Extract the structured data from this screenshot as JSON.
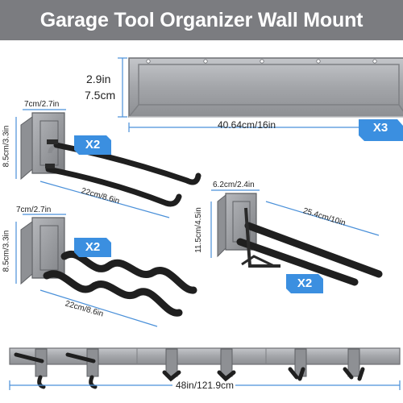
{
  "title": "Garage Tool Organizer Wall Mount",
  "rail": {
    "height_label_in": "2.9in",
    "height_label_cm": "7.5cm",
    "length_label": "40.64cm/16in",
    "quantity": "X3"
  },
  "double_hook": {
    "width_label": "7cm/2.7in",
    "height_label": "8.5cm/3.3in",
    "length_label": "22cm/8.6in",
    "quantity": "X2"
  },
  "wavy_hook": {
    "width_label": "7cm/2.7in",
    "height_label": "8.5cm/3.3in",
    "length_label": "22cm/8.6in",
    "quantity": "X2"
  },
  "long_hook": {
    "width_label": "6.2cm/2.4in",
    "height_label": "11.5cm/4.5in",
    "length_label": "25.4cm/10in",
    "quantity": "X2"
  },
  "assembly": {
    "length_label": "48in/121.9cm"
  },
  "colors": {
    "title_bar": "#7b7c80",
    "badge": "#3b8fe0",
    "dimension_line": "#4a90d9",
    "rail": "#a7a9ad",
    "hook_coating": "#1f1f1f"
  }
}
